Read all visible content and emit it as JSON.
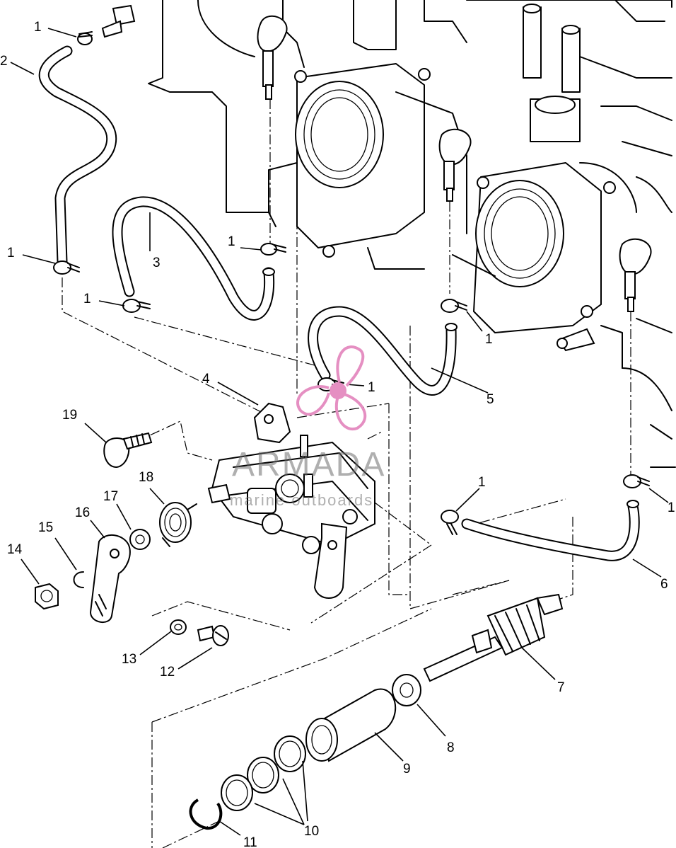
{
  "watermark": {
    "brand": "ARMADA",
    "tagline": "marine outboards",
    "accent_color": "#e58fc2"
  },
  "labels": {
    "l1_top": "1",
    "l2": "2",
    "l1_left": "1",
    "l3": "3",
    "l1_mid_left": "1",
    "l1_mid": "1",
    "l4": "4",
    "l1_center": "1",
    "l1_right_mid": "1",
    "l5": "5",
    "l19": "19",
    "l18": "18",
    "l17": "17",
    "l16": "16",
    "l15": "15",
    "l14": "14",
    "l1_lower": "1",
    "l1_far_right": "1",
    "l6": "6",
    "l13": "13",
    "l12": "12",
    "l7": "7",
    "l8": "8",
    "l9": "9",
    "l10": "10",
    "l11": "11"
  }
}
